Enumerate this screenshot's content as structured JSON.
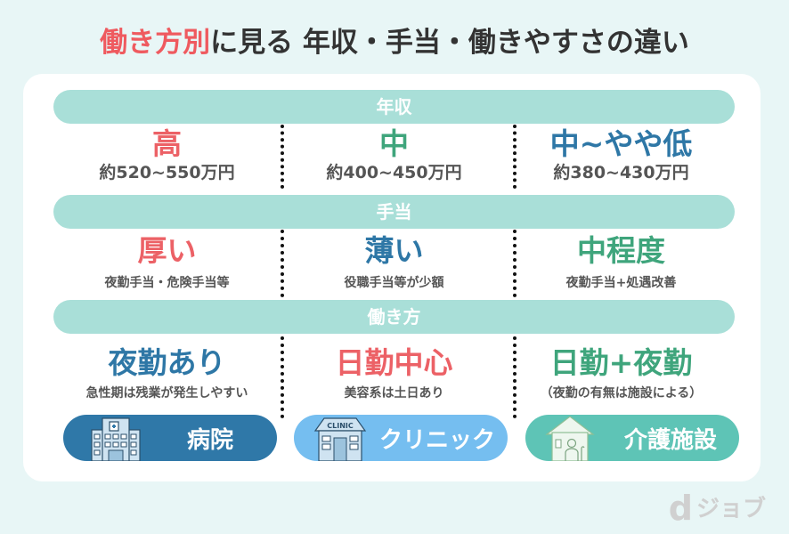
{
  "title": {
    "accent": "働き方別",
    "rest": "に見る 年収・手当・働きやすさの違い"
  },
  "colors": {
    "background": "#e8f6f6",
    "section_bar": "#a9dfd8",
    "red": "#ec6166",
    "green": "#3fa57c",
    "blue": "#2e77a6",
    "hospital_pill": "#2f78a8",
    "clinic_pill": "#75bef0",
    "care_pill": "#5ec4b6"
  },
  "sections": [
    {
      "header": "年収",
      "cells": [
        {
          "main": "高",
          "sub": "約520~550万円",
          "color": "red"
        },
        {
          "main": "中",
          "sub": "約400~450万円",
          "color": "green"
        },
        {
          "main": "中~やや低",
          "sub": "約380~430万円",
          "color": "blue"
        }
      ]
    },
    {
      "header": "手当",
      "cells": [
        {
          "main": "厚い",
          "sub": "夜勤手当・危険手当等",
          "color": "red"
        },
        {
          "main": "薄い",
          "sub": "役職手当等が少額",
          "color": "blue"
        },
        {
          "main": "中程度",
          "sub": "夜勤手当+処遇改善",
          "color": "green"
        }
      ]
    },
    {
      "header": "働き方",
      "cells": [
        {
          "main": "夜勤あり",
          "sub": "急性期は残業が発生しやすい",
          "color": "blue"
        },
        {
          "main": "日勤中心",
          "sub": "美容系は土日あり",
          "color": "red"
        },
        {
          "main": "日勤+夜勤",
          "sub": "（夜勤の有無は施設による）",
          "color": "green"
        }
      ]
    }
  ],
  "facilities": [
    {
      "label": "病院",
      "icon": "hospital-icon"
    },
    {
      "label": "クリニック",
      "icon": "clinic-icon",
      "sign": "CLINIC"
    },
    {
      "label": "介護施設",
      "icon": "care-home-icon"
    }
  ],
  "logo": {
    "mark": "d",
    "text": "ジョブ"
  }
}
